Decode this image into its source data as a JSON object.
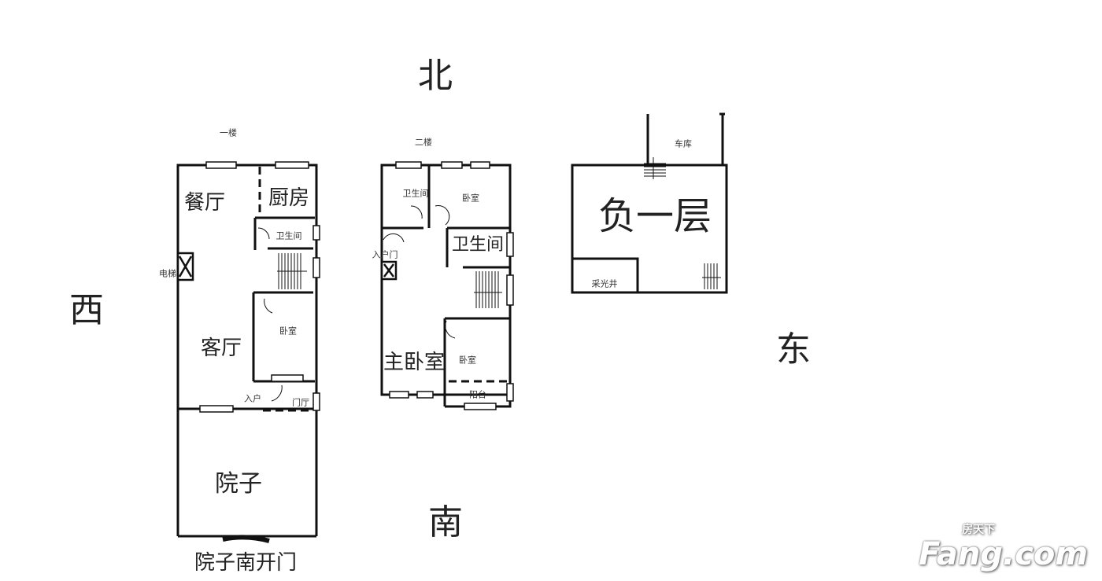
{
  "compass": {
    "north": "北",
    "south": "南",
    "west": "西",
    "east": "东"
  },
  "floor1": {
    "title": "一楼",
    "rooms": {
      "dining": "餐厅",
      "kitchen": "厨房",
      "bathroom": "卫生间",
      "elevator": "电梯",
      "living": "客厅",
      "bedroom": "卧室",
      "entry": "入户",
      "foyer": "门厅",
      "yard": "院子"
    },
    "yard_gate": "院子南开门"
  },
  "floor2": {
    "title": "二楼",
    "rooms": {
      "bathroom1": "卫生间",
      "bedroom1": "卧室",
      "entry_door": "入户门",
      "bathroom2": "卫生间",
      "master": "主卧室",
      "bedroom2": "卧室",
      "balcony": "阳台"
    }
  },
  "basement": {
    "title": "负一层",
    "garage": "车库",
    "lightwell": "采光井"
  },
  "watermark": {
    "brand": "Fang.com",
    "cn": "房天下"
  }
}
